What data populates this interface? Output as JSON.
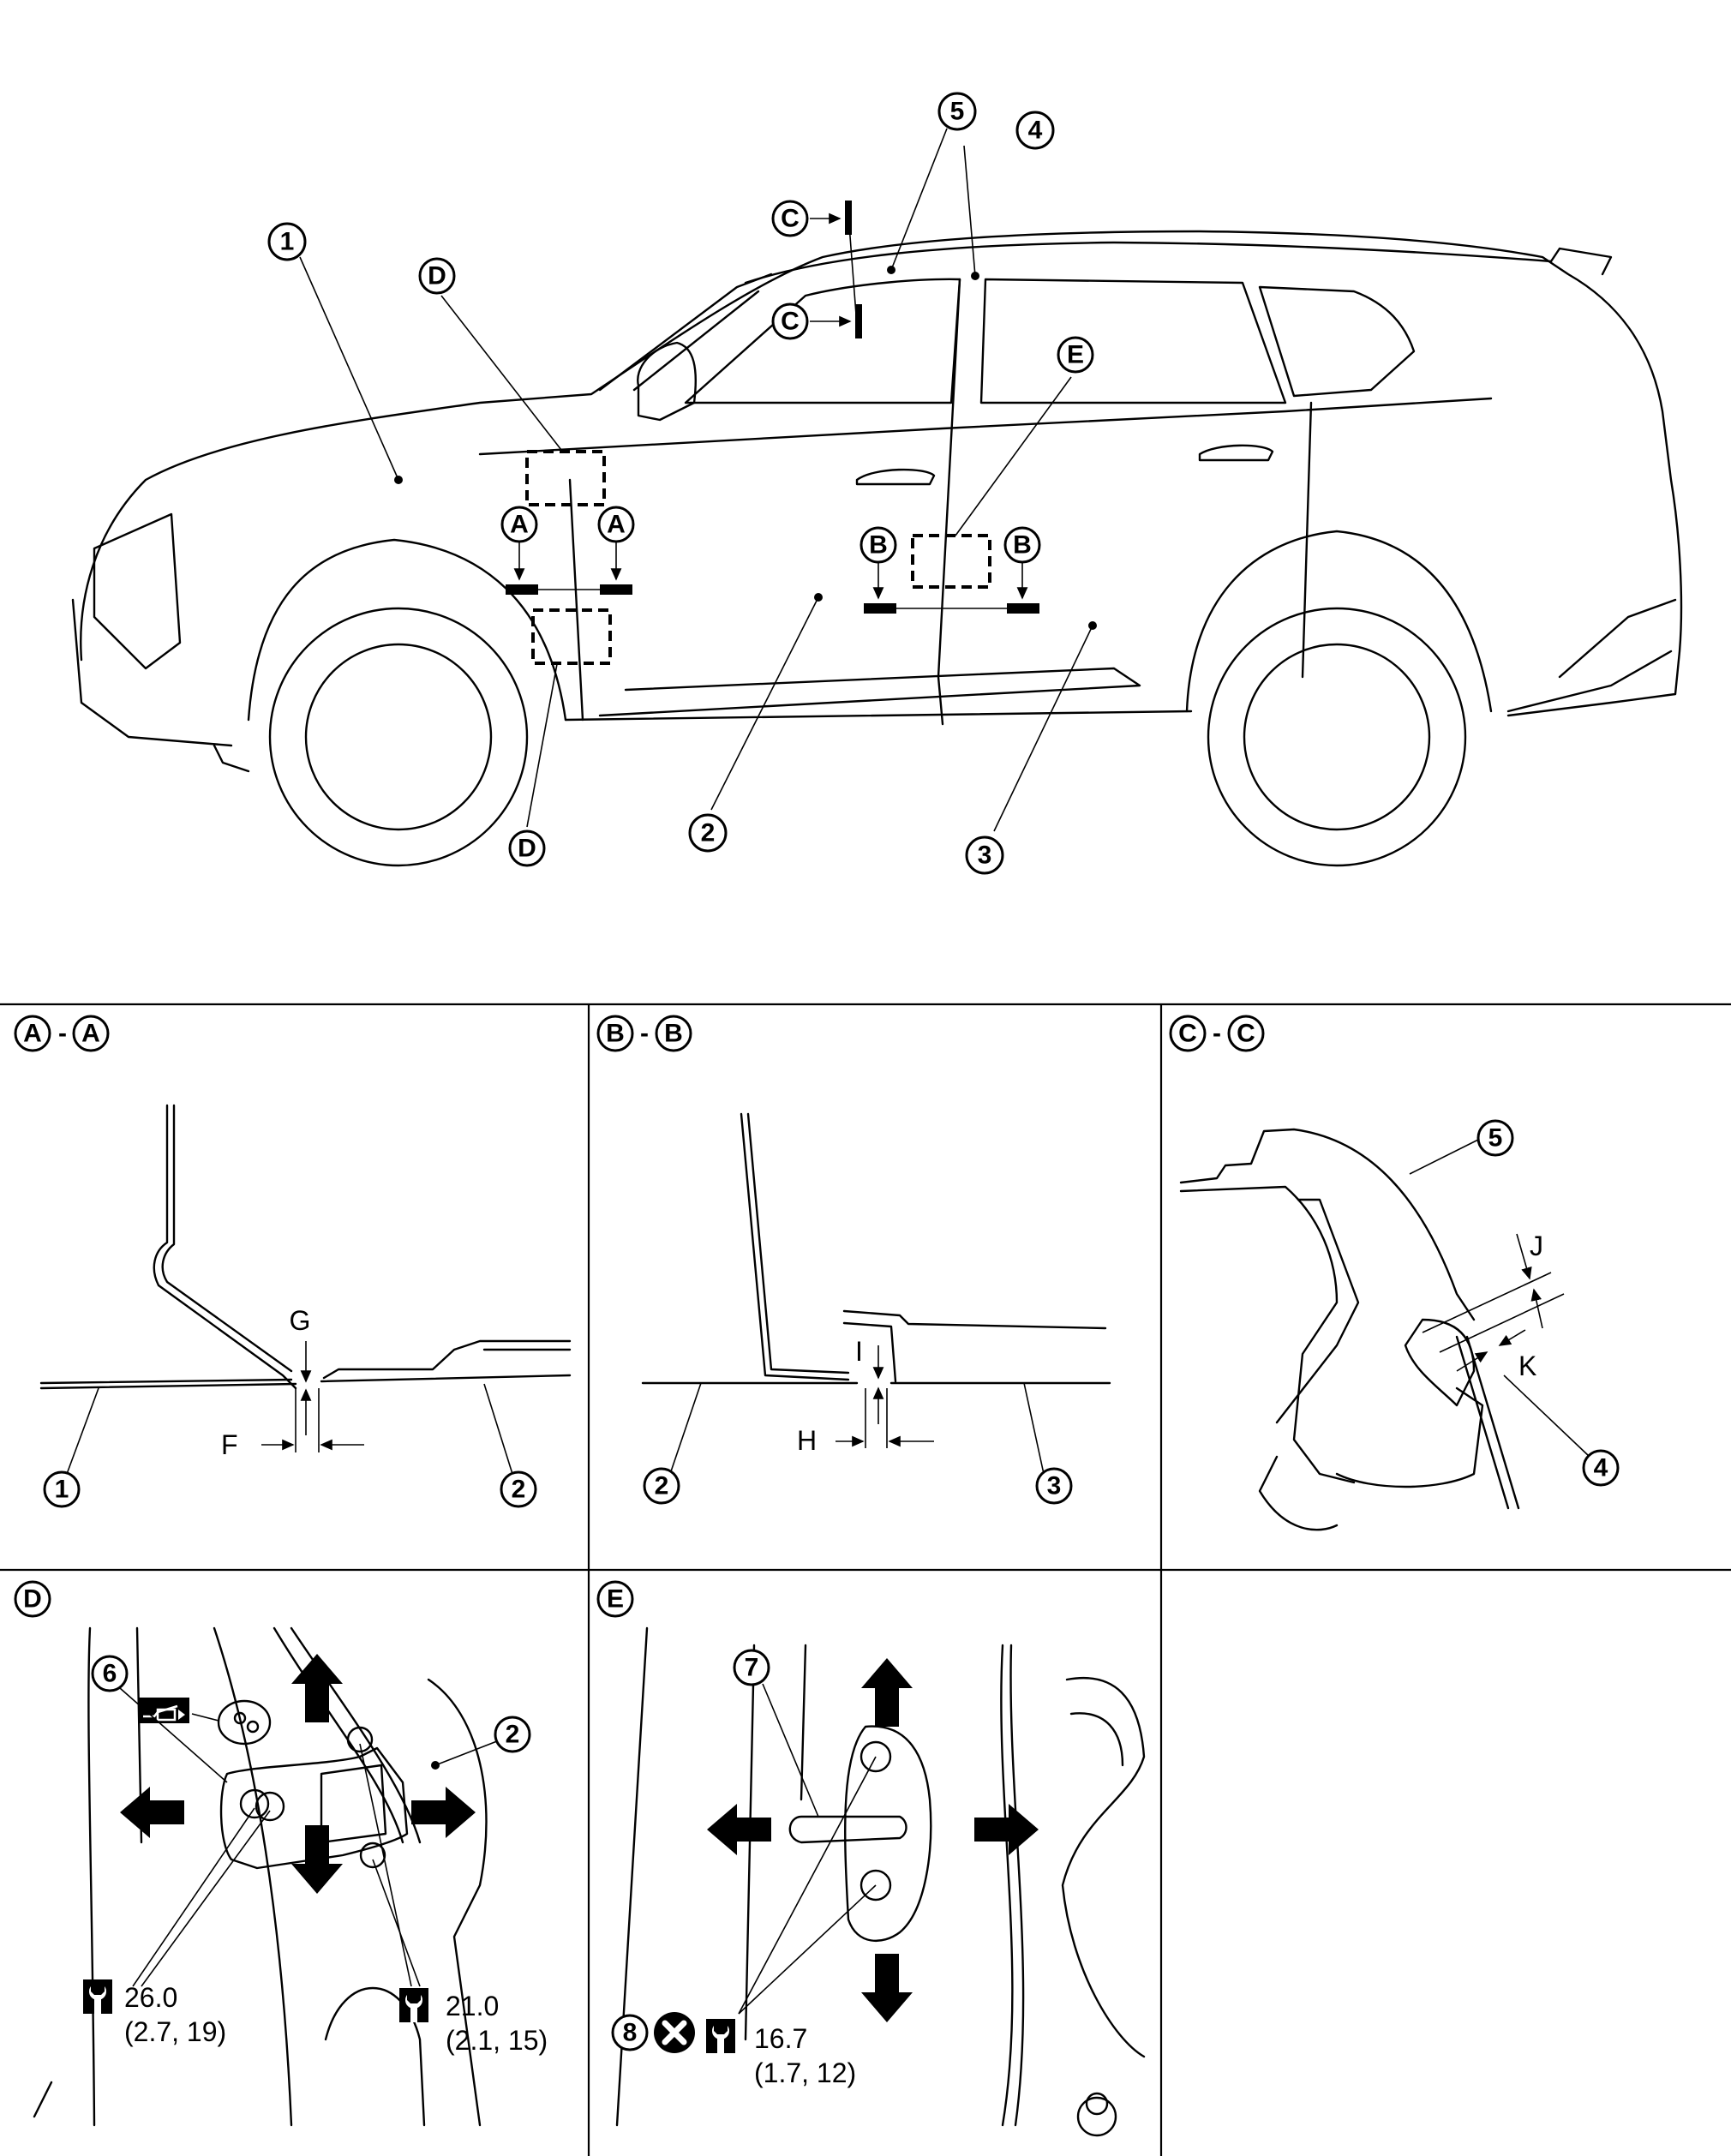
{
  "overview": {
    "callouts": [
      {
        "id": "1",
        "label": "1"
      },
      {
        "id": "2",
        "label": "2"
      },
      {
        "id": "3",
        "label": "3"
      },
      {
        "id": "4",
        "label": "4"
      },
      {
        "id": "5",
        "label": "5"
      }
    ],
    "section_markers": {
      "A": "A",
      "B": "B",
      "C": "C",
      "D": "D",
      "E": "E"
    }
  },
  "panels": {
    "aa": {
      "title_left": "A",
      "title_sep": "-",
      "title_right": "A",
      "part_left": "1",
      "part_right": "2",
      "dim_gap": "F",
      "dim_flush": "G"
    },
    "bb": {
      "title_left": "B",
      "title_sep": "-",
      "title_right": "B",
      "part_left": "2",
      "part_right": "3",
      "dim_gap": "H",
      "dim_flush": "I"
    },
    "cc": {
      "title_left": "C",
      "title_sep": "-",
      "title_right": "C",
      "part_top": "5",
      "part_bottom": "4",
      "dim_1": "J",
      "dim_2": "K"
    },
    "d": {
      "title": "D",
      "hinge_part": "6",
      "door_part": "2",
      "grease_icon": "grease-applicator-icon",
      "torque_left": {
        "value": "26.0",
        "alt": "(2.7, 19)"
      },
      "torque_right": {
        "value": "21.0",
        "alt": "(2.1, 15)"
      },
      "adjust_arrows": [
        "up",
        "down",
        "left",
        "right"
      ]
    },
    "e": {
      "title": "E",
      "striker_part": "7",
      "bolt_part": "8",
      "bolt_note_icon": "do-not-reuse-icon",
      "torque": {
        "value": "16.7",
        "alt": "(1.7, 12)"
      },
      "adjust_arrows": [
        "up",
        "down",
        "left",
        "right"
      ]
    }
  }
}
